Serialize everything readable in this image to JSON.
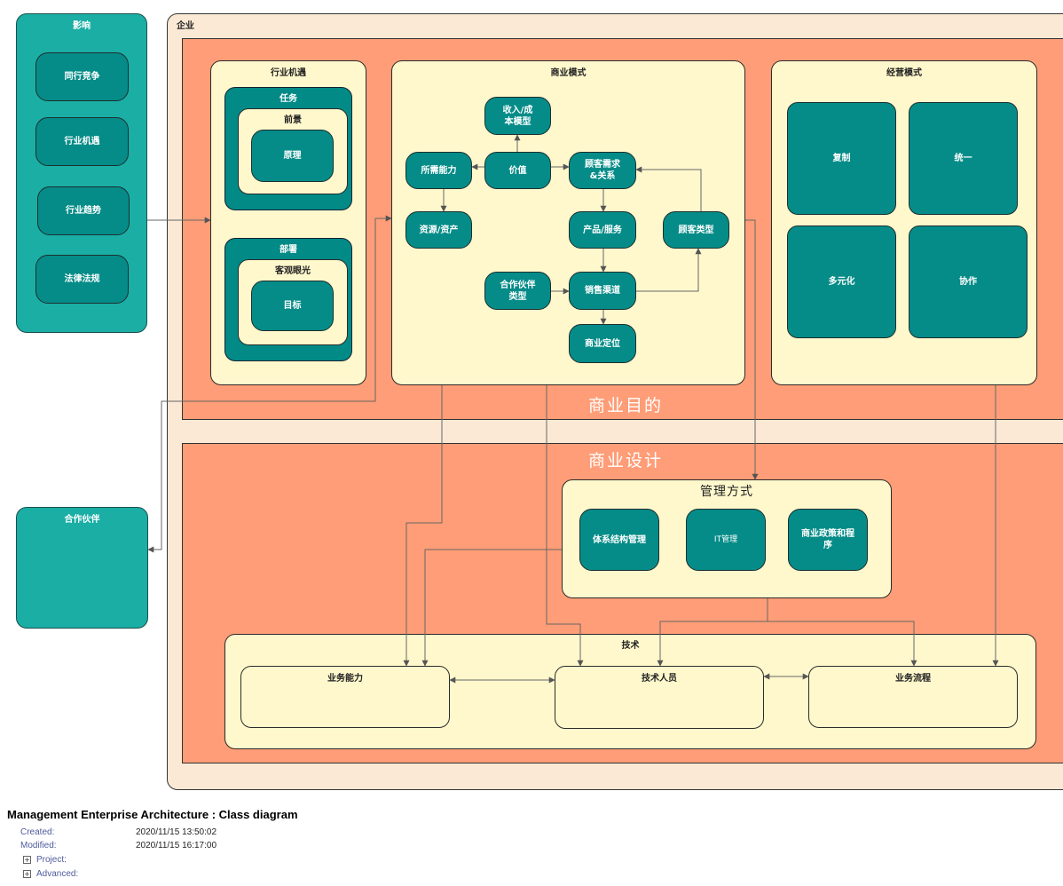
{
  "influence": {
    "title": "影响",
    "items": [
      "同行竞争",
      "行业机遇",
      "行业趋势",
      "法律法规"
    ]
  },
  "partner": {
    "title": "合作伙伴"
  },
  "enterprise": {
    "title": "企业",
    "purpose_label": "商业目的",
    "design_label": "商业设计",
    "industry": {
      "title": "行业机遇",
      "mission": "任务",
      "vision": "前景",
      "principle": "原理",
      "deployment": "部署",
      "outlook": "客观眼光",
      "goal": "目标"
    },
    "business_model": {
      "title": "商业模式",
      "revenue": "收入/成本模型",
      "capability": "所需能力",
      "value": "价值",
      "customer_needs": "顾客需求&关系",
      "resources": "资源/资产",
      "product": "产品/服务",
      "customer_type": "顾客类型",
      "partner_type": "合作伙伴类型",
      "channel": "销售渠道",
      "positioning": "商业定位"
    },
    "operating_model": {
      "title": "经营模式",
      "items": [
        "复制",
        "统一",
        "多元化",
        "协作"
      ]
    },
    "management": {
      "title": "管理方式",
      "items": [
        "体系结构管理",
        "IT管理",
        "商业政策和程序"
      ]
    },
    "technology": {
      "title": "技术",
      "items": [
        "业务能力",
        "技术人员",
        "业务流程"
      ]
    }
  },
  "footer": {
    "title": "Management Enterprise Architecture : Class diagram",
    "created_label": "Created:",
    "created_value": "2020/11/15 13:50:02",
    "modified_label": "Modified:",
    "modified_value": "2020/11/15 16:17:00",
    "project_label": "Project:",
    "advanced_label": "Advanced:"
  },
  "colors": {
    "teal": "#1aaea5",
    "dark_teal": "#058c88",
    "salmon": "#fe9d77",
    "cream": "#fff8cc",
    "enterprise_bg": "#fbe9d5"
  }
}
